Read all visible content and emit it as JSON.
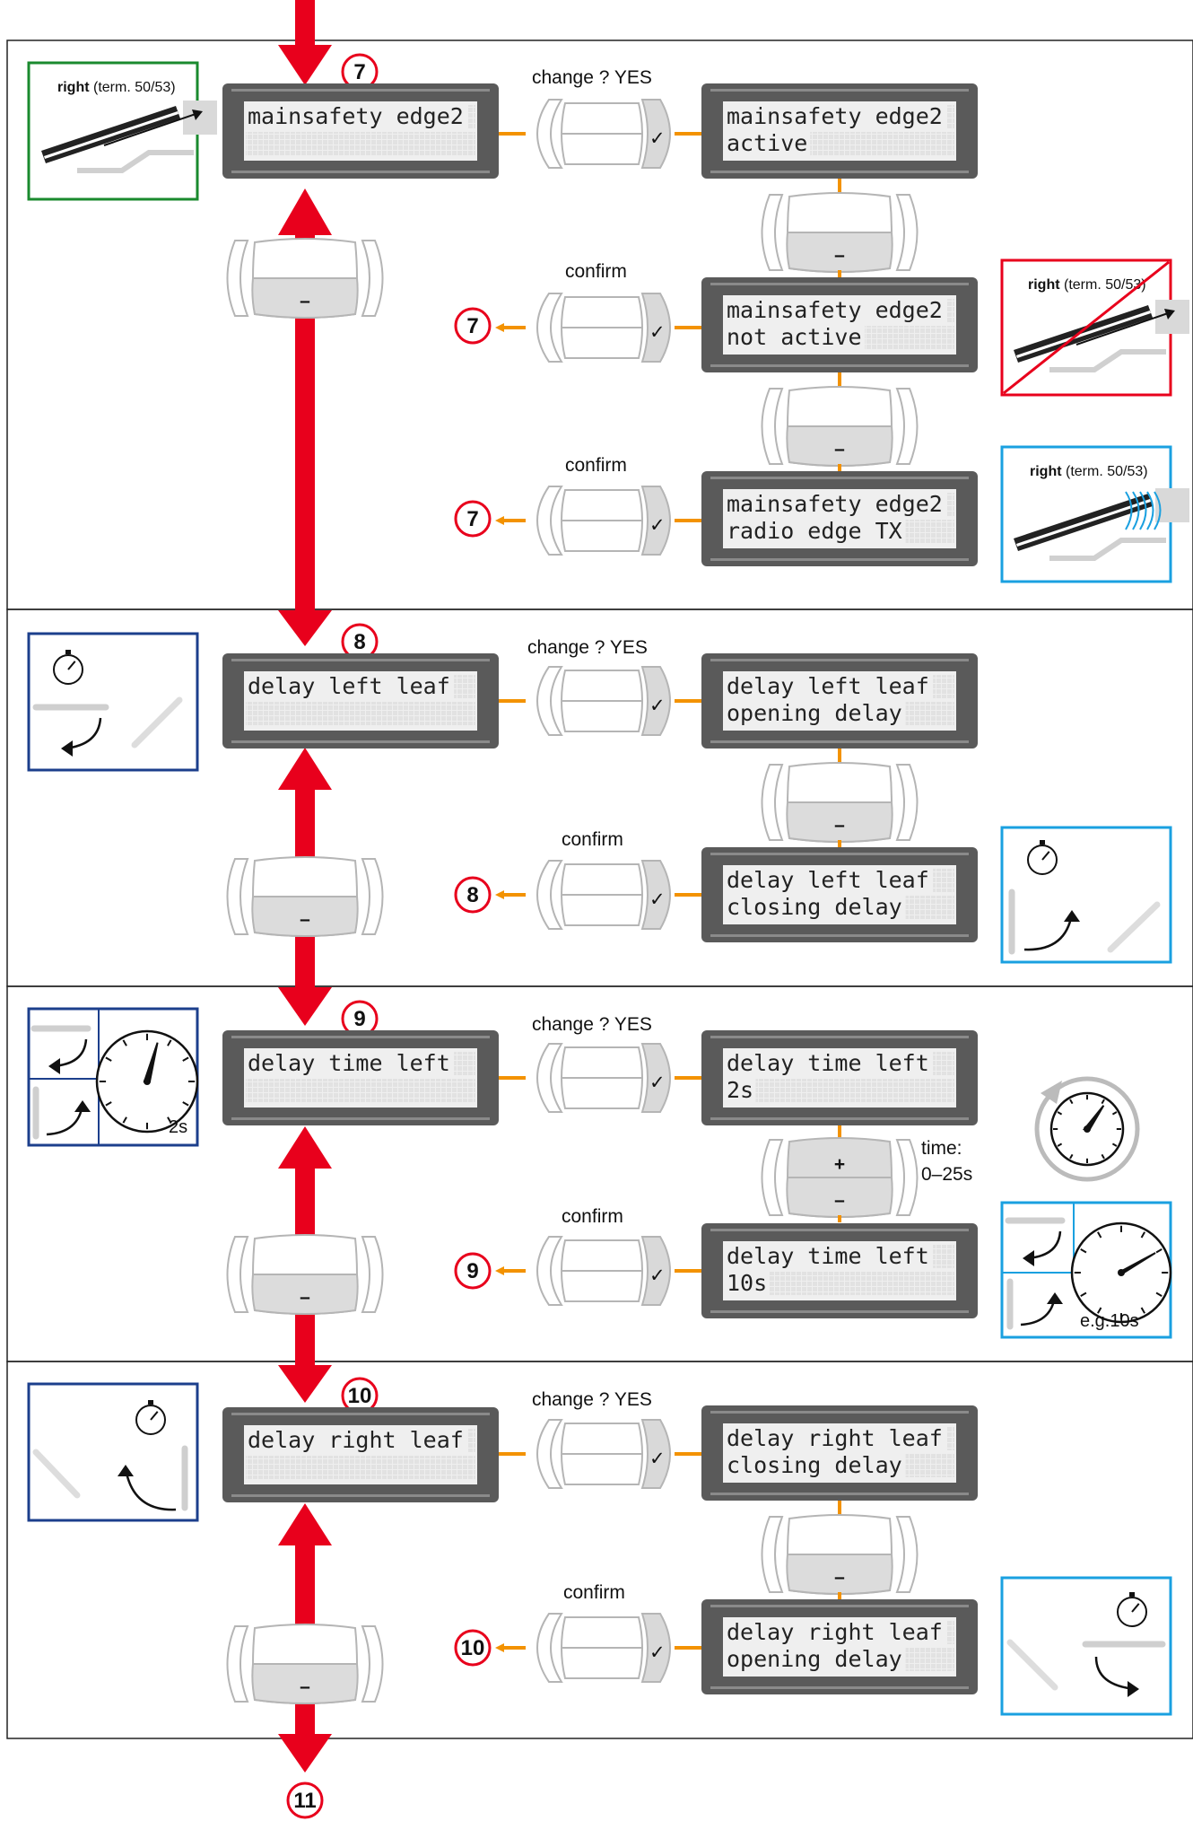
{
  "labels": {
    "change": "change ? YES",
    "confirm": "confirm",
    "time_line1": "time:",
    "time_line2": "0–25s",
    "plus": "+",
    "minus": "–",
    "check": "✓"
  },
  "steps": {
    "s7": "7",
    "s8": "8",
    "s9": "9",
    "s10": "10",
    "s11": "11"
  },
  "section1": {
    "main": [
      "mainsafety edge2",
      ""
    ],
    "opt1": [
      "mainsafety edge2",
      "active"
    ],
    "opt2": [
      "mainsafety edge2",
      "not active"
    ],
    "opt3": [
      "mainsafety edge2",
      "radio edge TX"
    ],
    "icon_a": {
      "bold": "right",
      "rest": " (term. 50/53)"
    },
    "icon_b": {
      "bold": "right",
      "rest": " (term. 50/53)"
    },
    "icon_c": {
      "bold": "right",
      "rest": " (term. 50/53)"
    }
  },
  "section2": {
    "main": [
      "delay left leaf",
      ""
    ],
    "opt1": [
      "delay left leaf",
      "opening delay"
    ],
    "opt2": [
      "delay left leaf",
      "closing delay"
    ]
  },
  "section3": {
    "main": [
      "delay time left",
      ""
    ],
    "opt1": [
      "delay time left",
      "2s"
    ],
    "opt2": [
      "delay time left",
      "10s"
    ],
    "icon_a_time": "2s",
    "icon_b_time": "e.g.10s"
  },
  "section4": {
    "main": [
      "delay right leaf",
      ""
    ],
    "opt1": [
      "delay right leaf",
      "closing delay"
    ],
    "opt2": [
      "delay right leaf",
      "opening delay"
    ]
  },
  "colors": {
    "red": "#e8001c",
    "orange": "#f39200",
    "green": "#1a8a2e",
    "navy": "#1c3f8c",
    "cyan": "#1aa0e0",
    "lcd_frame": "#5a5a5a",
    "lcd_screen": "#eeeeee"
  }
}
